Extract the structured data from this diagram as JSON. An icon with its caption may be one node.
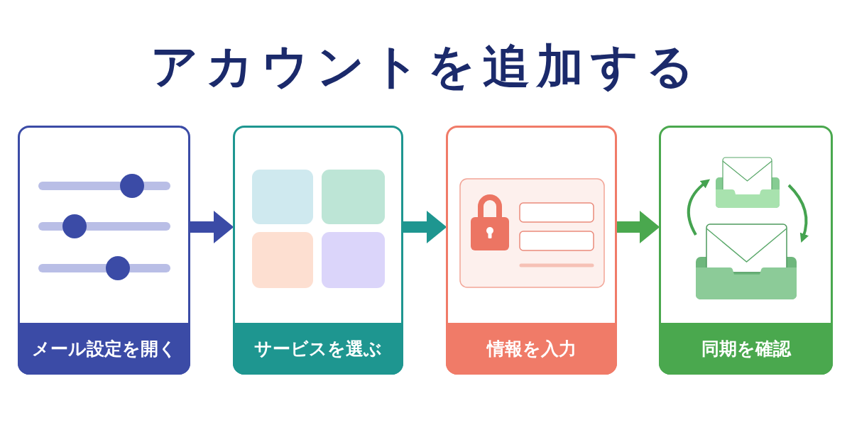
{
  "diagram": {
    "title": "アカウントを追加する",
    "nodes": [
      {
        "text": [
          "メール設定を開く"
        ]
      },
      {
        "text": [
          "サービスを選ぶ"
        ]
      },
      {
        "text": [
          "情報を入力"
        ]
      },
      {
        "text": [
          "同期を確認"
        ]
      }
    ],
    "edges": [
      {
        "from": 0,
        "to": 1,
        "arrow": "to",
        "color": "#3b4ba6"
      },
      {
        "from": 1,
        "to": 2,
        "arrow": "to",
        "color": "#1e9690"
      },
      {
        "from": 2,
        "to": 3,
        "arrow": "to",
        "color": "#4aa84e"
      }
    ]
  }
}
